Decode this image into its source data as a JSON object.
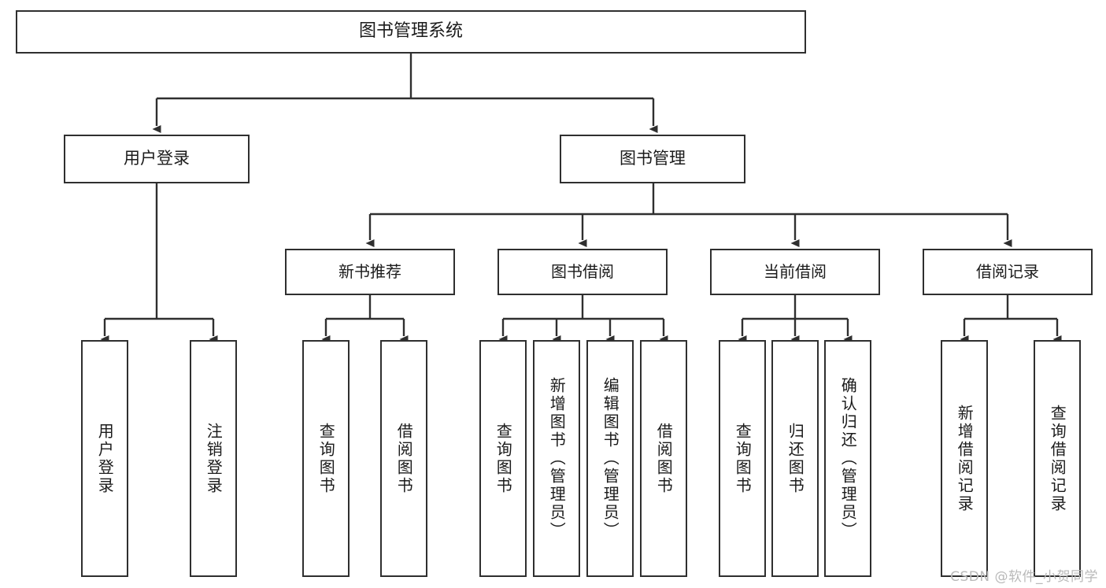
{
  "diagram": {
    "type": "tree",
    "title": "图书管理系统",
    "theme": {
      "background": "#ffffff",
      "box_border": "#2f2f2f",
      "box_fill": "#ffffff",
      "text": "#1b1b1b",
      "connector": "#2f2f2f",
      "watermark": "#b9b9b9"
    },
    "watermark": "CSDN @软件_小贺同学",
    "root": {
      "label": "图书管理系统"
    },
    "level2": [
      {
        "label": "用户登录"
      },
      {
        "label": "图书管理"
      }
    ],
    "level3": [
      {
        "label": "新书推荐"
      },
      {
        "label": "图书借阅"
      },
      {
        "label": "当前借阅"
      },
      {
        "label": "借阅记录"
      }
    ],
    "leaves": [
      {
        "label": "用户登录",
        "parent": "用户登录"
      },
      {
        "label": "注销登录",
        "parent": "用户登录"
      },
      {
        "label": "查询图书",
        "parent": "新书推荐"
      },
      {
        "label": "借阅图书",
        "parent": "新书推荐"
      },
      {
        "label": "查询图书",
        "parent": "图书借阅"
      },
      {
        "label": "新增图书（管理员）",
        "parent": "图书借阅"
      },
      {
        "label": "编辑图书（管理员）",
        "parent": "图书借阅"
      },
      {
        "label": "借阅图书",
        "parent": "图书借阅"
      },
      {
        "label": "查询图书",
        "parent": "当前借阅"
      },
      {
        "label": "归还图书",
        "parent": "当前借阅"
      },
      {
        "label": "确认归还（管理员）",
        "parent": "当前借阅"
      },
      {
        "label": "新增借阅记录",
        "parent": "借阅记录"
      },
      {
        "label": "查询借阅记录",
        "parent": "借阅记录"
      }
    ]
  }
}
